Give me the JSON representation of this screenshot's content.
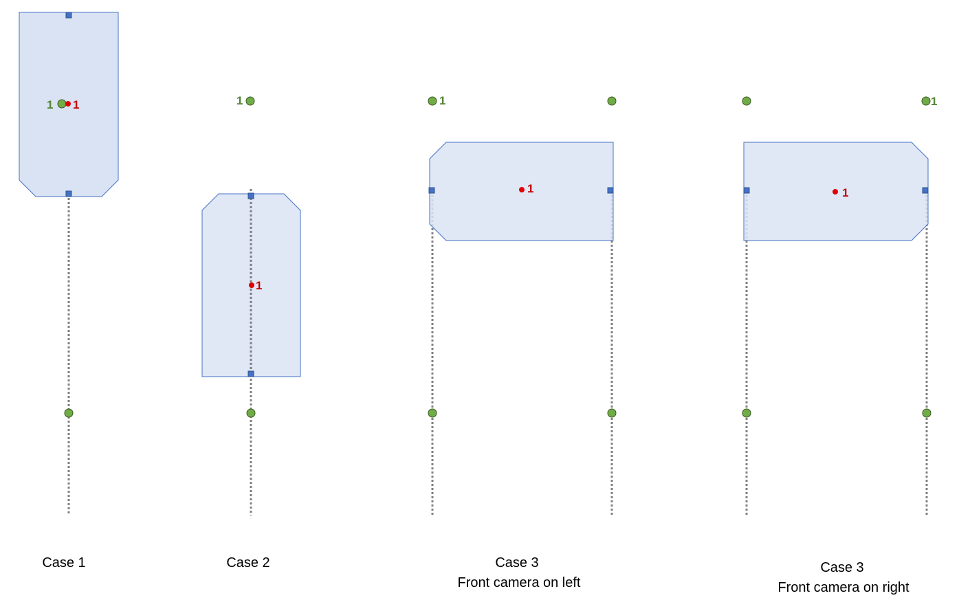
{
  "colors": {
    "shape_fill": "#dae3f3",
    "shape_stroke": "#4472c4",
    "handle": "#4472c4",
    "green": "#548235",
    "green_fill": "#70ad47",
    "red": "#c00000",
    "dotted_line": "#808080"
  },
  "cases": [
    {
      "name": "case-1",
      "green_label": "1",
      "red_label": "1",
      "caption_line1": "Case 1",
      "caption_line2": ""
    },
    {
      "name": "case-2",
      "green_label": "1",
      "red_label": "1",
      "caption_line1": "Case 2",
      "caption_line2": ""
    },
    {
      "name": "case-3-left",
      "green_label": "1",
      "red_label": "1",
      "caption_line1": "Case 3",
      "caption_line2": "Front camera on left"
    },
    {
      "name": "case-3-right",
      "green_label": "1",
      "red_label": "1",
      "caption_line1": "Case 3",
      "caption_line2": "Front camera on right"
    }
  ]
}
